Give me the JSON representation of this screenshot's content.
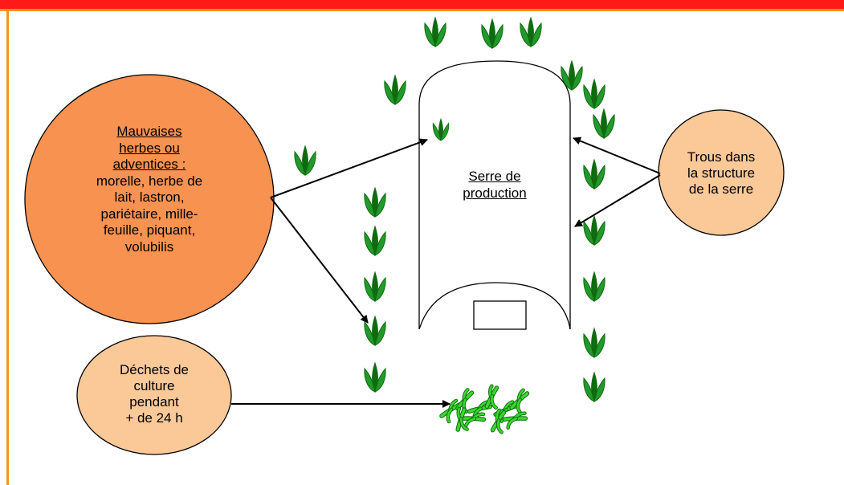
{
  "colors": {
    "weeds_circle": "#f79250",
    "light_circle": "#fbc898",
    "top_bar": "#ff1a1a",
    "accent_line": "#f7941d",
    "plant_dark": "#0f6b0f",
    "plant_mid": "#22992a",
    "debris_green": "#39d82e"
  },
  "weeds": {
    "heading_lines": [
      "Mauvaises",
      "herbes ou",
      "adventices :"
    ],
    "body_lines": [
      "morelle, herbe de",
      "lait, lastron,",
      "pariétaire, mille-",
      "feuille, piquant,",
      "volubilis"
    ]
  },
  "greenhouse": {
    "label_lines": [
      "Serre de",
      "production"
    ]
  },
  "holes": {
    "label_lines": [
      "Trous dans",
      "la structure",
      "de la serre"
    ]
  },
  "waste": {
    "label_lines": [
      "Déchets de",
      "culture",
      "pendant",
      "+ de 24 h"
    ]
  }
}
